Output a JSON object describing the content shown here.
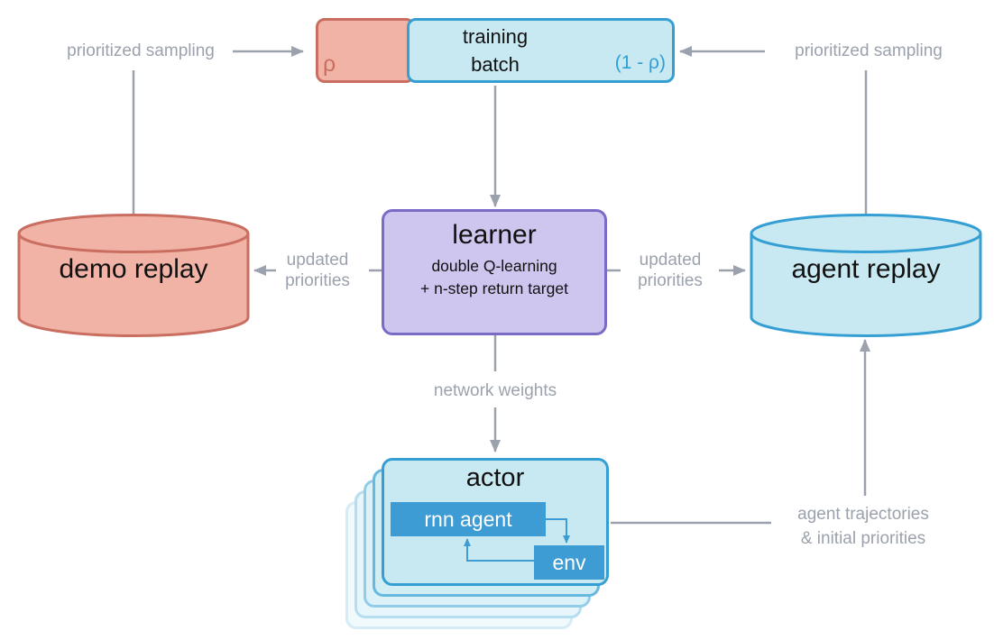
{
  "colors": {
    "salmon_fill": "#F2B3A7",
    "salmon_border": "#C96E60",
    "cyan_fill": "#C8E9F2",
    "cyan_border": "#359FD4",
    "blue_solid": "#3E9CD4",
    "blue_text": "#2F9FD3",
    "purple_fill": "#CEC6EE",
    "purple_border": "#7B6BC7",
    "gray": "#9BA2AD",
    "text": "#111111"
  },
  "training_batch": {
    "rho_label": "ρ",
    "label": "training\nbatch",
    "one_minus_rho": "(1 - ρ)"
  },
  "learner": {
    "title": "learner",
    "subtitle": "double Q-learning\n+ n-step return target"
  },
  "demo_replay": {
    "label": "demo replay"
  },
  "agent_replay": {
    "label": "agent replay"
  },
  "actor": {
    "title": "actor",
    "rnn_agent_label": "rnn agent",
    "env_label": "env"
  },
  "edges": {
    "prioritized_sampling_left": "prioritized sampling",
    "prioritized_sampling_right": "prioritized sampling",
    "updated_priorities_left": "updated\npriorities",
    "updated_priorities_right": "updated\npriorities",
    "network_weights": "network weights",
    "agent_trajectories": "agent trajectories\n& initial priorities"
  }
}
